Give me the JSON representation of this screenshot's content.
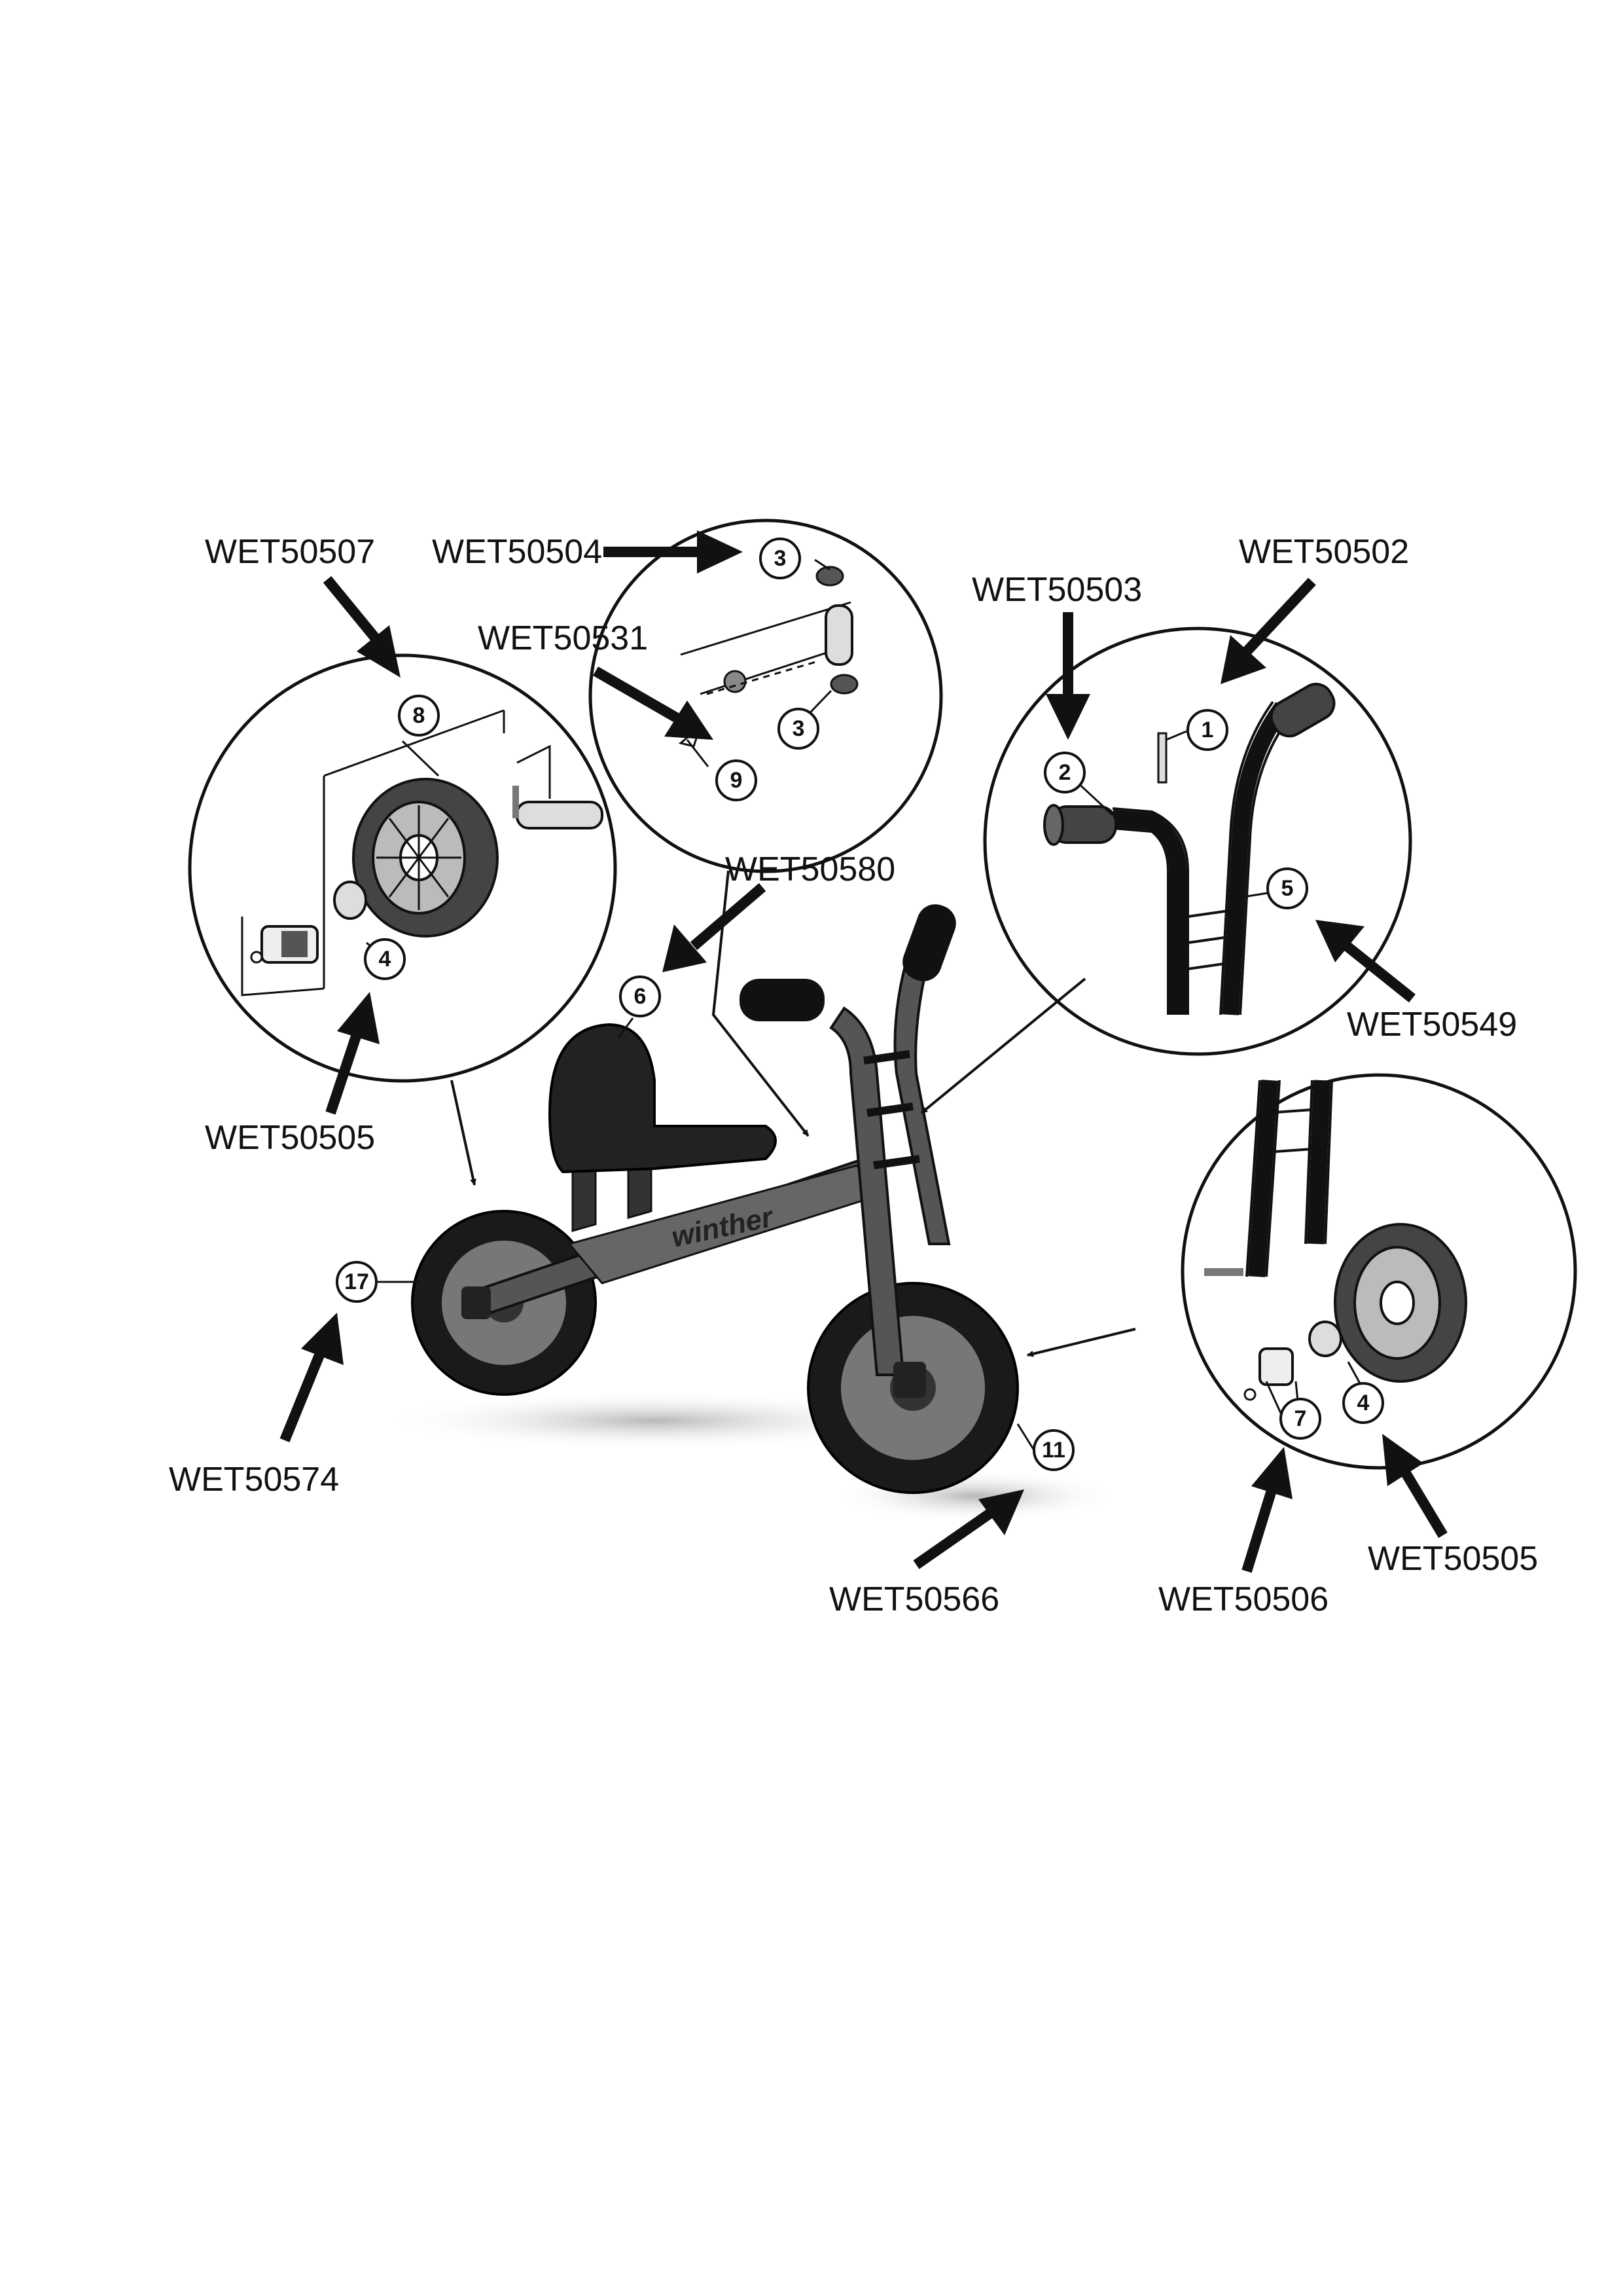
{
  "part_codes": {
    "wet50507": "WET50507",
    "wet50504": "WET50504",
    "wet50531": "WET50531",
    "wet50503": "WET50503",
    "wet50502": "WET50502",
    "wet50580": "WET50580",
    "wet50549": "WET50549",
    "wet50505_left": "WET50505",
    "wet50574": "WET50574",
    "wet50566": "WET50566",
    "wet50506": "WET50506",
    "wet50505_right": "WET50505"
  },
  "callouts": {
    "c1": "1",
    "c2": "2",
    "c3a": "3",
    "c3b": "3",
    "c4a": "4",
    "c4b": "4",
    "c5": "5",
    "c6": "6",
    "c7": "7",
    "c8": "8",
    "c9": "9",
    "c11": "11",
    "c17": "17"
  },
  "brand": "winther"
}
